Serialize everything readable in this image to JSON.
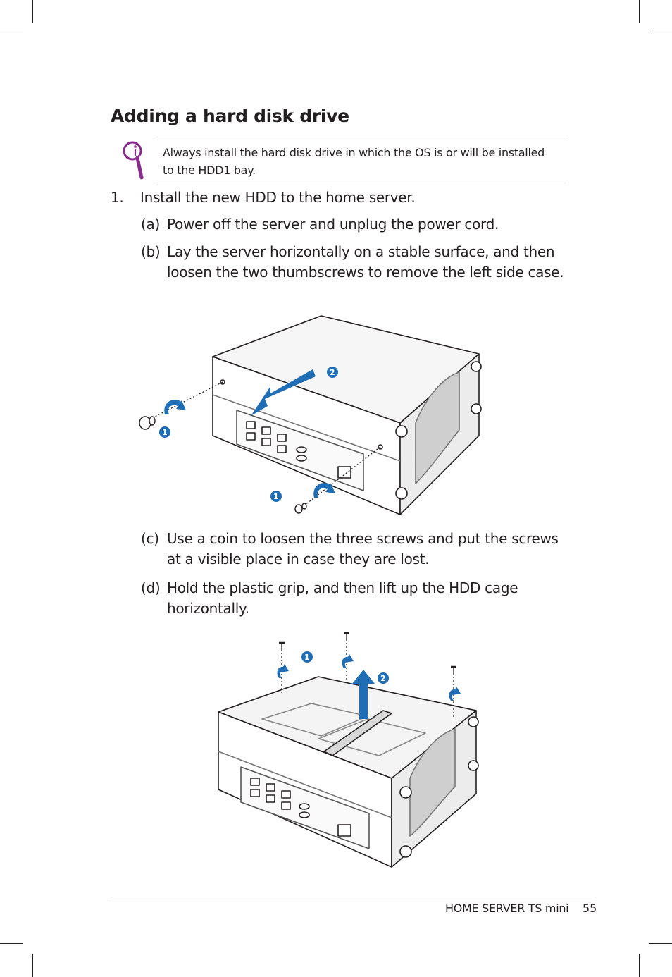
{
  "section": {
    "title": "Adding a hard disk drive"
  },
  "note": {
    "icon": "magnifier-info-icon",
    "text": "Always install the hard disk drive in which the OS is or will be installed to the HDD1 bay."
  },
  "steps": {
    "step1": {
      "number": "1.",
      "text": "Install the new HDD to the home server."
    },
    "a": {
      "label": "(a)",
      "text": "Power off the server and unplug the power cord."
    },
    "b": {
      "label": "(b)",
      "text": "Lay the server horizontally on a stable surface, and then loosen the two thumbscrews to remove the left side case."
    },
    "c": {
      "label": "(c)",
      "text": "Use a coin to loosen the three screws and put the screws at a visible place in case they are lost."
    },
    "d": {
      "label": "(d)",
      "text": "Hold the plastic grip, and then lift up the HDD cage horizontally."
    }
  },
  "figure1": {
    "badges": [
      "1",
      "1",
      "2"
    ]
  },
  "figure2": {
    "badges": [
      "1",
      "2"
    ]
  },
  "footer": {
    "product": "HOME SERVER TS mini",
    "page": "55"
  },
  "colors": {
    "text": "#231f20",
    "accent": "#1f6db5",
    "rule": "#b9b9b9"
  }
}
